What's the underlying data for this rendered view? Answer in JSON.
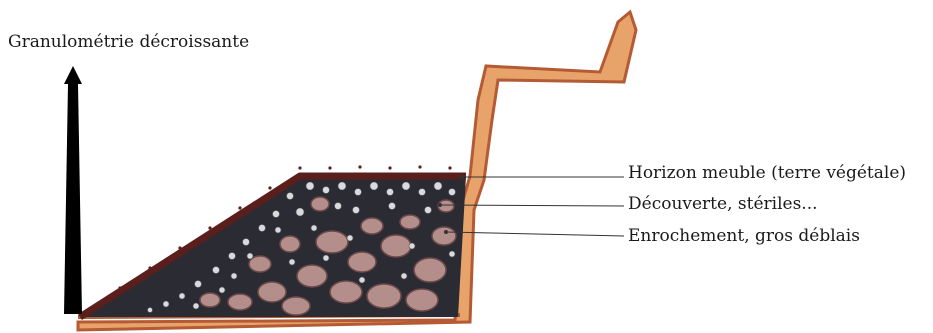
{
  "diagram": {
    "axis_title": "Granulométrie décroissante",
    "layers": [
      {
        "label": "Horizon meuble (terre végétale)",
        "color": "#5a1f1c"
      },
      {
        "label": "Découverte, stériles...",
        "color": "#cfcfd6"
      },
      {
        "label": "Enrochement, gros déblais",
        "color": "#9a6f6c"
      }
    ],
    "colors": {
      "earth_fill": "#e8a36a",
      "earth_edge": "#b45a34",
      "topsoil": "#5a1f1c",
      "fine_fill": "#2b2b33",
      "pebble": "#d9d9df",
      "boulder": "#b38e8a",
      "boulder_shade": "#6d4a4a",
      "arrow": "#000000",
      "leader": "#333333"
    }
  }
}
